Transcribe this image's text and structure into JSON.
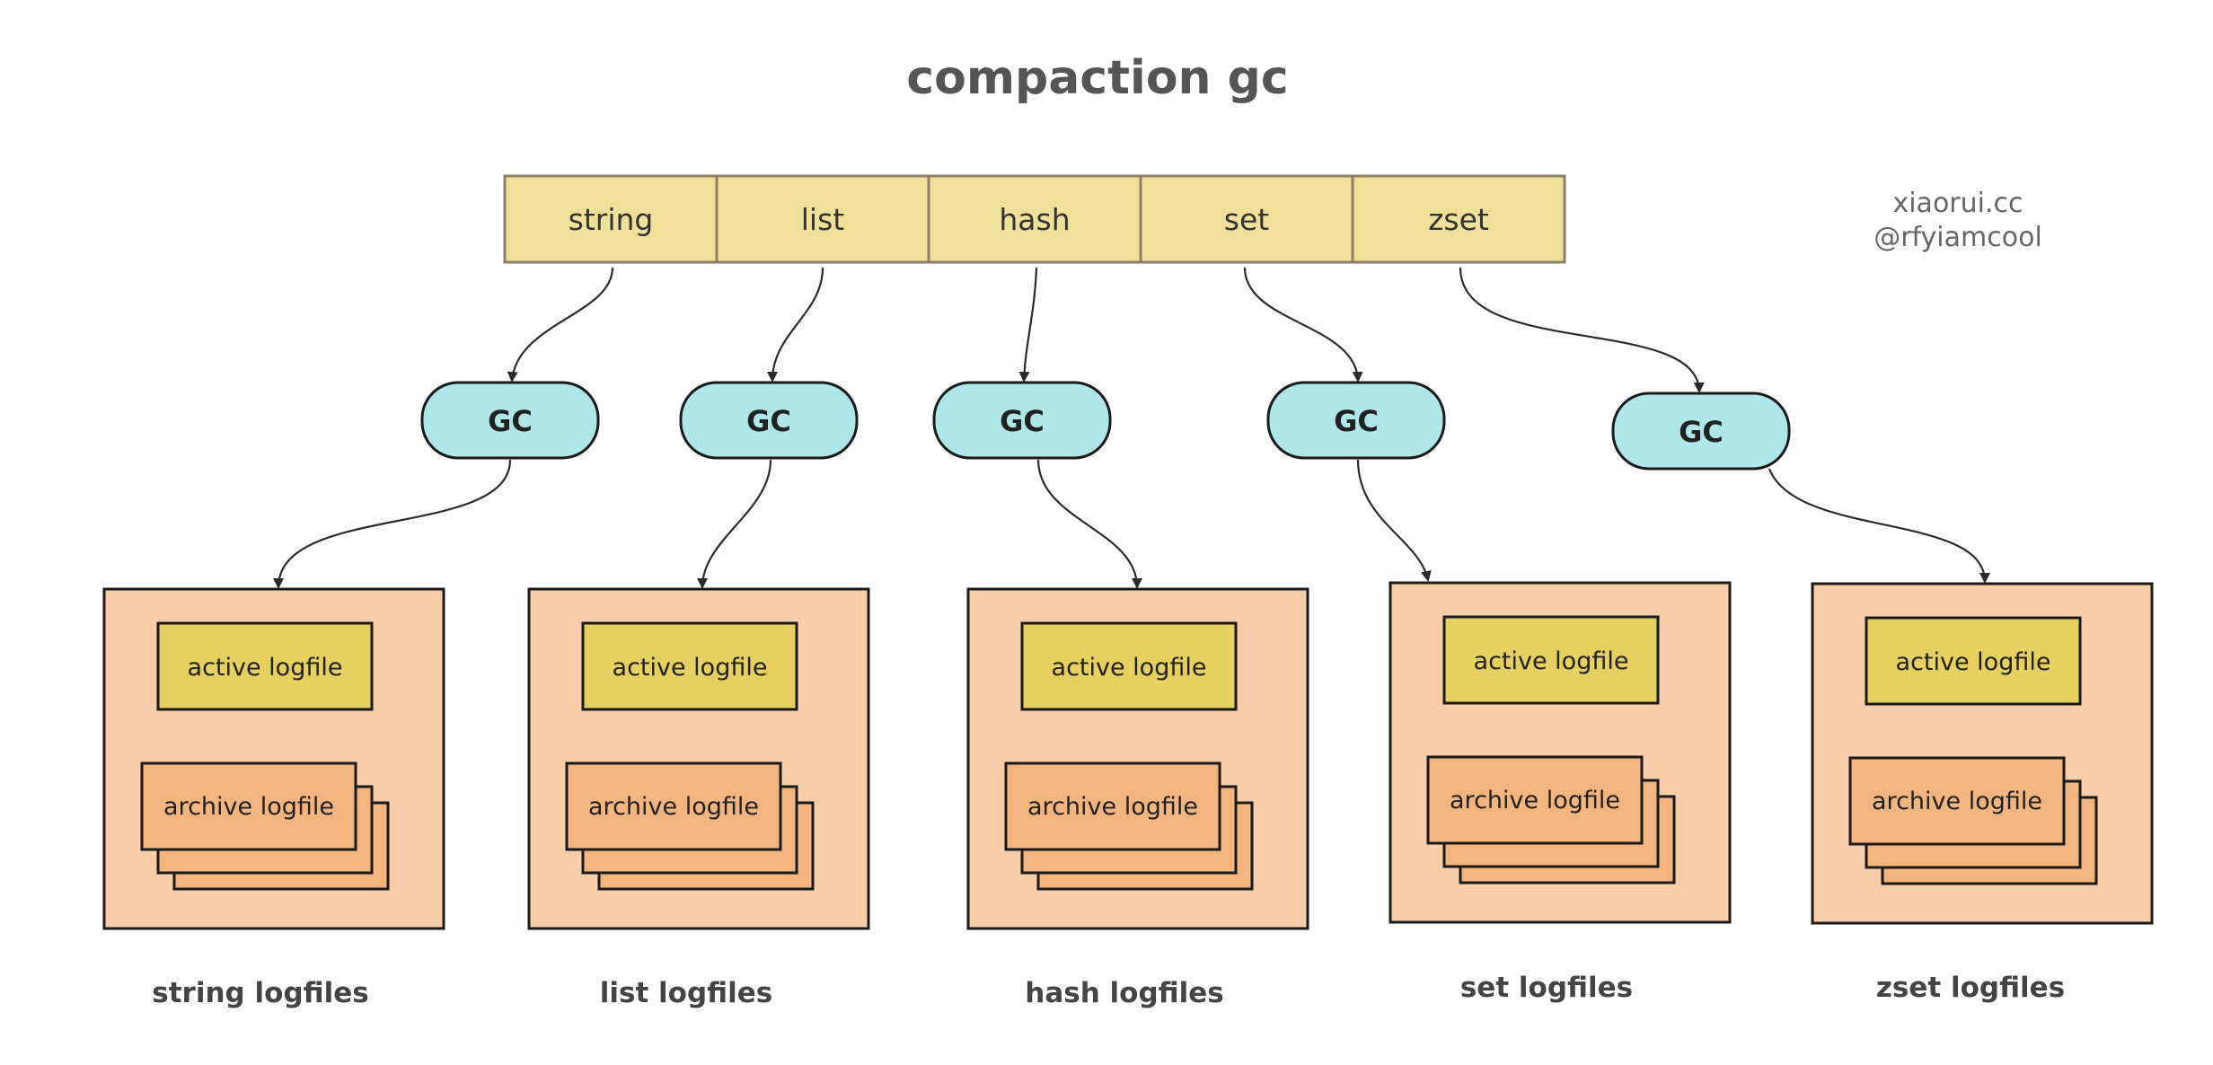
{
  "title": "compaction gc",
  "credit": {
    "line1": "xiaorui.cc",
    "line2": "@rfyiamcool"
  },
  "types": [
    "string",
    "list",
    "hash",
    "set",
    "zset"
  ],
  "gc_label": "GC",
  "groups": [
    {
      "active": "active logfile",
      "archive": "archive logfile",
      "label": "string logfiles"
    },
    {
      "active": "active logfile",
      "archive": "archive logfile",
      "label": "list logfiles"
    },
    {
      "active": "active logfile",
      "archive": "archive logfile",
      "label": "hash logfiles"
    },
    {
      "active": "active logfile",
      "archive": "archive logfile",
      "label": "set logfiles"
    },
    {
      "active": "active logfile",
      "archive": "archive logfile",
      "label": "zset logfiles"
    }
  ],
  "colors": {
    "type_cell": "#f0e19a",
    "gc_node": "#afe7e8",
    "group_box": "#f8cda9",
    "active_logfile": "#e5d060",
    "archive_logfile": "#f3b57f"
  }
}
